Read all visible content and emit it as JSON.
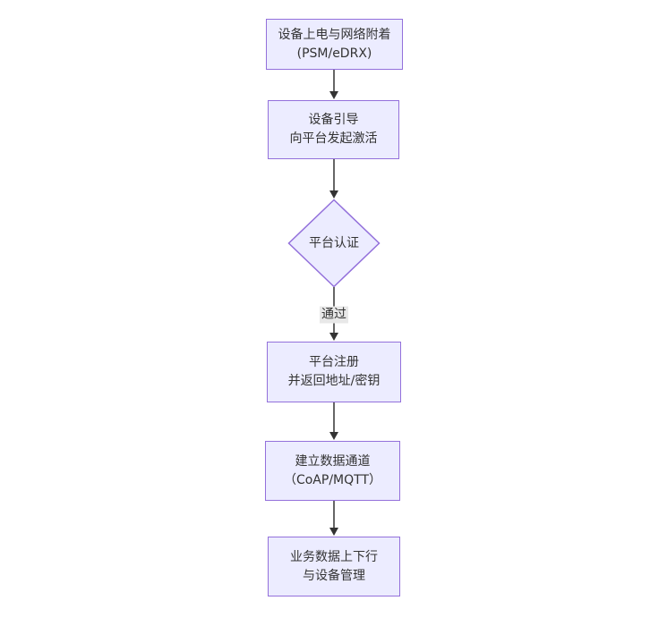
{
  "diagram": {
    "type": "flowchart-top-down",
    "colors": {
      "node_fill": "#ECECFF",
      "node_border": "#9370DB",
      "edge_line": "#333333",
      "edge_label_bg": "#e8e8e8",
      "text": "#333333",
      "background": "#ffffff"
    },
    "nodes": [
      {
        "id": "A",
        "shape": "rect",
        "lines": [
          "设备上电与网络附着",
          "(PSM/eDRX)"
        ]
      },
      {
        "id": "B",
        "shape": "rect",
        "lines": [
          "设备引导",
          "向平台发起激活"
        ]
      },
      {
        "id": "C",
        "shape": "diamond",
        "label": "平台认证"
      },
      {
        "id": "D",
        "shape": "rect",
        "lines": [
          "平台注册",
          "并返回地址/密钥"
        ]
      },
      {
        "id": "E",
        "shape": "rect",
        "lines": [
          "建立数据通道",
          "（CoAP/MQTT）"
        ]
      },
      {
        "id": "F",
        "shape": "rect",
        "lines": [
          "业务数据上下行",
          "与设备管理"
        ]
      }
    ],
    "edges": [
      {
        "from": "A",
        "to": "B",
        "label": ""
      },
      {
        "from": "B",
        "to": "C",
        "label": ""
      },
      {
        "from": "C",
        "to": "D",
        "label": "通过"
      },
      {
        "from": "D",
        "to": "E",
        "label": ""
      },
      {
        "from": "E",
        "to": "F",
        "label": ""
      }
    ]
  }
}
